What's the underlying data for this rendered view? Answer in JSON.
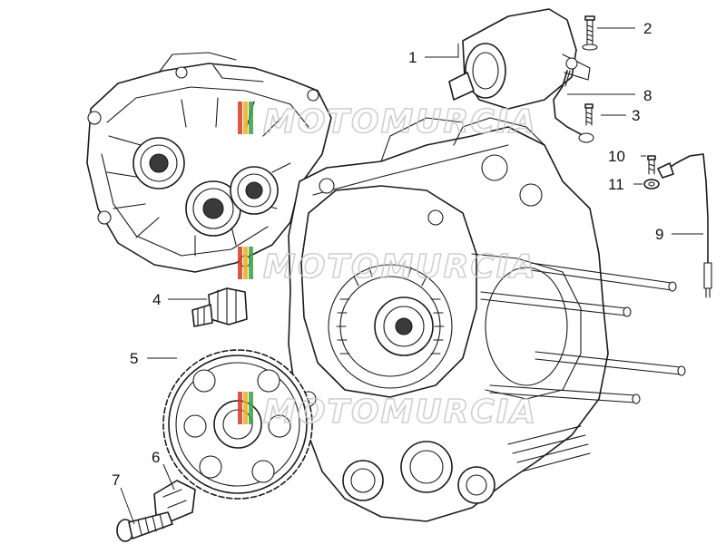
{
  "watermark": {
    "text": "MOTOMURCIA",
    "stripe_colors": [
      "#d63a2a",
      "#e8b020",
      "#3aa040"
    ]
  },
  "callouts": [
    {
      "id": "1",
      "label": "1",
      "part": "starter motor"
    },
    {
      "id": "2",
      "label": "2",
      "part": "screw"
    },
    {
      "id": "3",
      "label": "3",
      "part": "screw"
    },
    {
      "id": "4",
      "label": "4",
      "part": "starter pinion"
    },
    {
      "id": "5",
      "label": "5",
      "part": "starter gear"
    },
    {
      "id": "6",
      "label": "6",
      "part": "clip"
    },
    {
      "id": "7",
      "label": "7",
      "part": "screw"
    },
    {
      "id": "8",
      "label": "8",
      "part": "cable"
    },
    {
      "id": "9",
      "label": "9",
      "part": "cable"
    },
    {
      "id": "10",
      "label": "10",
      "part": "screw"
    },
    {
      "id": "11",
      "label": "11",
      "part": "washer"
    }
  ]
}
